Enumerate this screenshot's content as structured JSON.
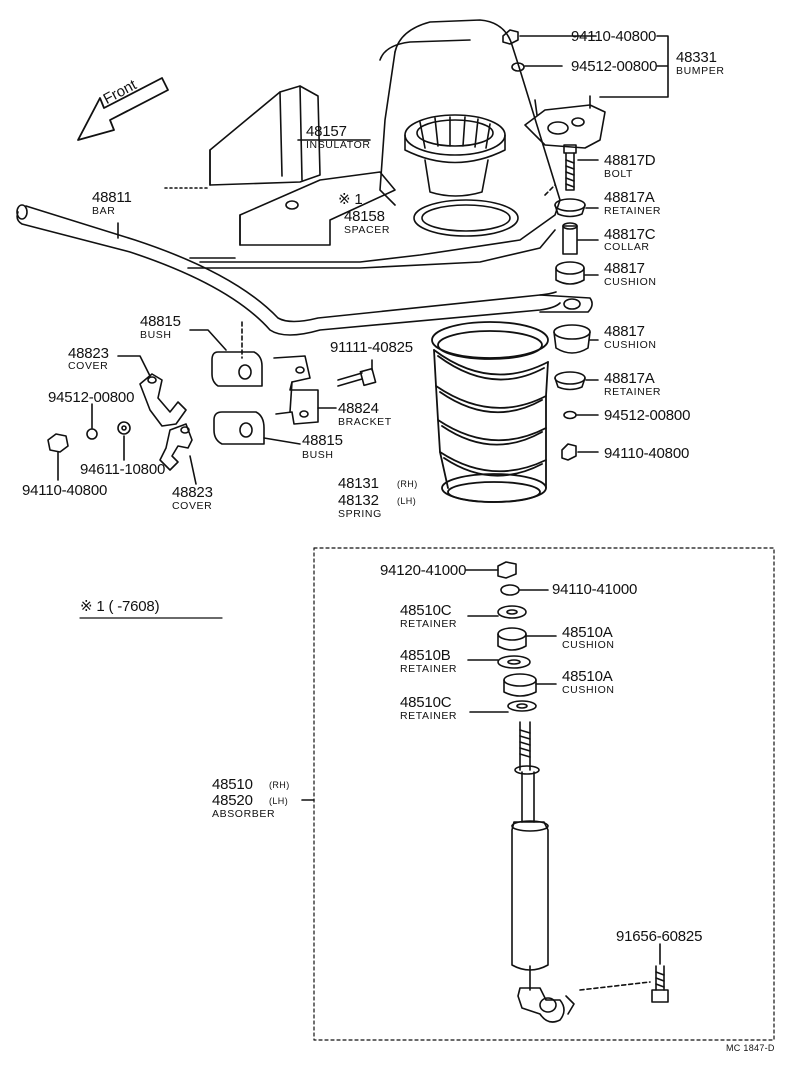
{
  "front_label": "Front",
  "note_marker": "※ 1",
  "note_range": "※ 1  (        -7608)",
  "drawing_code": "MC 1847-D",
  "parts": {
    "nut_94110_40800_top": "94110-40800",
    "washer_94512_top": "94512-00800",
    "bumper_no": "48331",
    "bumper_name": "BUMPER",
    "insulator_no": "48157",
    "insulator_name": "INSULATOR",
    "bolt_no": "48817D",
    "bolt_name": "BOLT",
    "bar_no": "48811",
    "bar_name": "BAR",
    "spacer_no": "48158",
    "spacer_name": "SPACER",
    "retainer_a_top_no": "48817A",
    "retainer_a_top_name": "RETAINER",
    "collar_no": "48817C",
    "collar_name": "COLLAR",
    "cushion_top_no": "48817",
    "cushion_top_name": "CUSHION",
    "bush_upper_no": "48815",
    "bush_upper_name": "BUSH",
    "bolt_91111": "91111-40825",
    "cushion_low_no": "48817",
    "cushion_low_name": "CUSHION",
    "cover_upper_no": "48823",
    "cover_upper_name": "COVER",
    "retainer_a_low_no": "48817A",
    "retainer_a_low_name": "RETAINER",
    "washer_94512_left": "94512-00800",
    "bracket_no": "48824",
    "bracket_name": "BRACKET",
    "washer_94512_right": "94512-00800",
    "bush_lower_no": "48815",
    "bush_lower_name": "BUSH",
    "nut_94110_right": "94110-40800",
    "washer_94611": "94611-10800",
    "spring_rh_no": "48131",
    "spring_rh_tag": "(RH)",
    "spring_lh_no": "48132",
    "spring_lh_tag": "(LH)",
    "spring_name": "SPRING",
    "nut_94110_left": "94110-40800",
    "cover_lower_no": "48823",
    "cover_lower_name": "COVER",
    "nut_94120": "94120-41000",
    "nut_94110_41000": "94110-41000",
    "retainer_c_top_no": "48510C",
    "retainer_c_top_name": "RETAINER",
    "cushion_a_top_no": "48510A",
    "cushion_a_top_name": "CUSHION",
    "retainer_b_no": "48510B",
    "retainer_b_name": "RETAINER",
    "cushion_a_low_no": "48510A",
    "cushion_a_low_name": "CUSHION",
    "retainer_c_low_no": "48510C",
    "retainer_c_low_name": "RETAINER",
    "absorber_rh_no": "48510",
    "absorber_rh_tag": "(RH)",
    "absorber_lh_no": "48520",
    "absorber_lh_tag": "(LH)",
    "absorber_name": "ABSORBER",
    "bolt_91656": "91656-60825"
  }
}
